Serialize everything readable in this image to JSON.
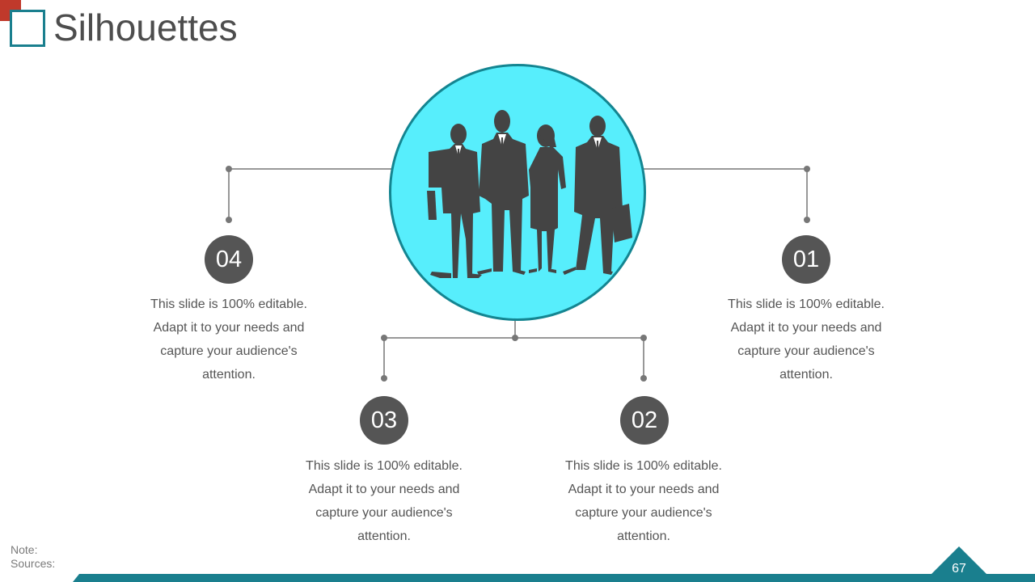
{
  "title": "Silhouettes",
  "colors": {
    "accent_teal": "#1a7f8e",
    "accent_red": "#c0392b",
    "circle_fill": "#57eefc",
    "badge_fill": "#555555"
  },
  "items": [
    {
      "number": "01",
      "text": "This slide is 100% editable. Adapt it to your needs and capture your audience's attention."
    },
    {
      "number": "02",
      "text": "This slide is 100% editable. Adapt it to your needs and capture your audience's attention."
    },
    {
      "number": "03",
      "text": "This slide is 100% editable. Adapt it to your needs and capture your audience's attention."
    },
    {
      "number": "04",
      "text": "This slide is 100% editable. Adapt it to your needs and capture your audience's attention."
    }
  ],
  "footer": {
    "note_label": "Note:",
    "sources_label": "Sources:",
    "page_number": "67"
  },
  "icons": [
    "business-people-silhouette-icon"
  ]
}
